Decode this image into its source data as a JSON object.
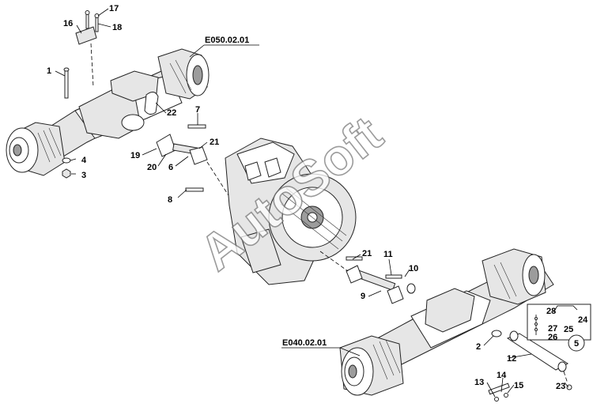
{
  "watermark": "AutoSoft",
  "references": {
    "front_axle": "E050.02.01",
    "rear_axle": "E040.02.01"
  },
  "callouts": {
    "c1": "1",
    "c2": "2",
    "c3": "3",
    "c4": "4",
    "c5": "5",
    "c6": "6",
    "c7": "7",
    "c8": "8",
    "c9": "9",
    "c10": "10",
    "c11": "11",
    "c12": "12",
    "c13": "13",
    "c14": "14",
    "c15": "15",
    "c16": "16",
    "c17": "17",
    "c18": "18",
    "c19": "19",
    "c20": "20",
    "c21a": "21",
    "c21b": "21",
    "c22": "22",
    "c23": "23",
    "c24": "24",
    "c25": "25",
    "c26": "26",
    "c27": "27",
    "c28": "28"
  }
}
